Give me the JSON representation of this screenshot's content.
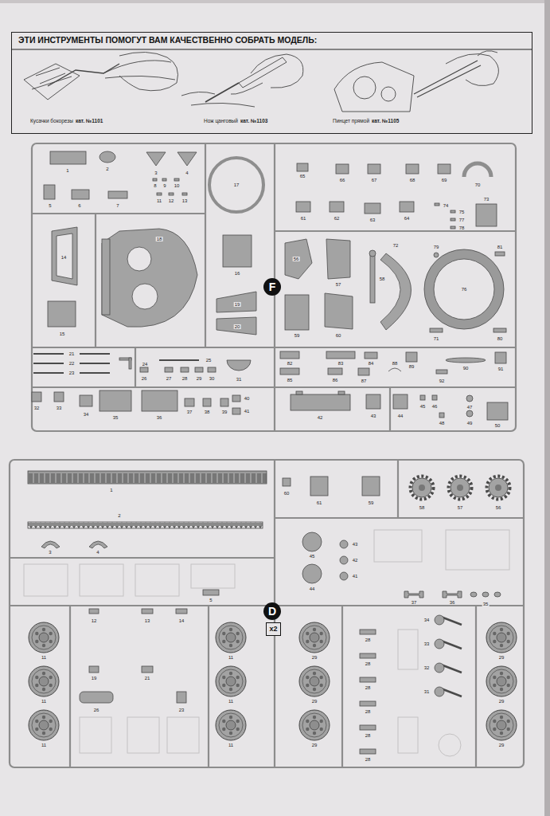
{
  "diagram": {
    "nodes": [
      {
        "text": [
          "ЭТИ ИНСТРУМЕНТЫ ПОМОГУТ ВАМ КАЧЕСТВЕННО СОБРАТЬ МОДЕЛЬ:"
        ]
      },
      {
        "text": [
          "F"
        ]
      },
      {
        "text": [
          "D"
        ]
      },
      {
        "text": [
          "x2"
        ]
      }
    ],
    "edges": [],
    "labels": [
      "Кусачки бокорезы",
      "кат. №1101",
      "Нож цанговый",
      "кат. №1103",
      "Пинцет прямой",
      "кат. №1105",
      "1",
      "2",
      "3",
      "4",
      "5",
      "6",
      "7",
      "8",
      "9",
      "10",
      "11",
      "12",
      "13",
      "17",
      "65",
      "66",
      "67",
      "68",
      "69",
      "70",
      "73",
      "14",
      "15",
      "18",
      "16",
      "19",
      "20",
      "61",
      "62",
      "63",
      "64",
      "74",
      "75",
      "77",
      "78",
      "56",
      "57",
      "59",
      "60",
      "58",
      "72",
      "76",
      "79",
      "71",
      "80",
      "81",
      "21",
      "22",
      "23",
      "24",
      "25",
      "26",
      "27",
      "28",
      "29",
      "30",
      "31",
      "82",
      "83",
      "84",
      "85",
      "86",
      "87",
      "88",
      "89",
      "90",
      "91",
      "92",
      "32",
      "33",
      "34",
      "35",
      "36",
      "37",
      "38",
      "39",
      "40",
      "41",
      "42",
      "43",
      "44",
      "45",
      "46",
      "47",
      "48",
      "49",
      "50",
      "1",
      "2",
      "3",
      "4",
      "60",
      "61",
      "59",
      "58",
      "57",
      "56",
      "45",
      "44",
      "43",
      "42",
      "41",
      "5",
      "37",
      "36",
      "35",
      "12",
      "13",
      "14",
      "19",
      "21",
      "26",
      "23",
      "34",
      "33",
      "32",
      "31",
      "28",
      "28",
      "28",
      "28",
      "28",
      "28",
      "11",
      "11",
      "11",
      "11",
      "11",
      "11",
      "29",
      "29",
      "29",
      "29",
      "29",
      "29"
    ]
  }
}
